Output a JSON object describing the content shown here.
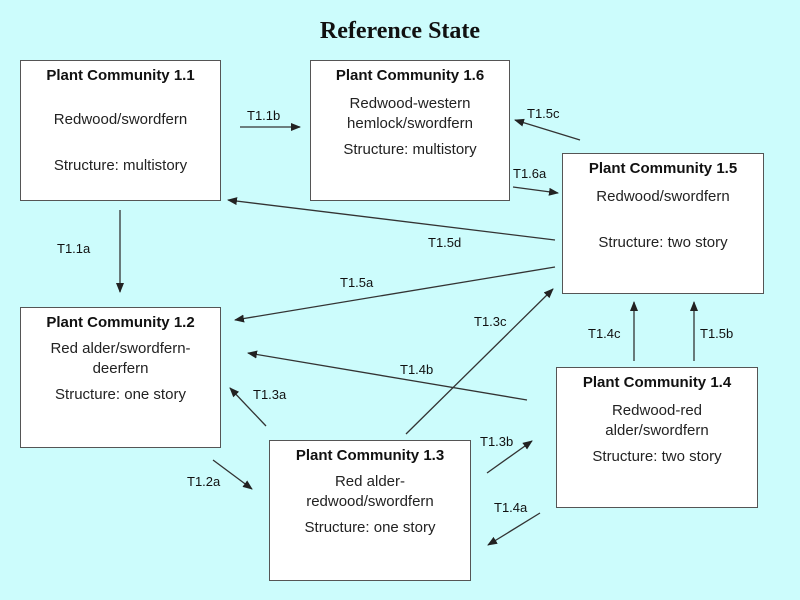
{
  "title": "Reference State",
  "communities": [
    {
      "id": "1.1",
      "heading": "Plant Community 1.1",
      "species": [
        "Redwood/swordfern"
      ],
      "structure": "Structure: multistory"
    },
    {
      "id": "1.6",
      "heading": "Plant Community 1.6",
      "species": [
        "Redwood-western",
        "hemlock/swordfern"
      ],
      "structure": "Structure: multistory"
    },
    {
      "id": "1.5",
      "heading": "Plant Community 1.5",
      "species": [
        "Redwood/swordfern"
      ],
      "structure": "Structure: two story"
    },
    {
      "id": "1.2",
      "heading": "Plant Community 1.2",
      "species": [
        "Red alder/swordfern-",
        "deerfern"
      ],
      "structure": "Structure: one story"
    },
    {
      "id": "1.4",
      "heading": "Plant Community 1.4",
      "species": [
        "Redwood-red",
        "alder/swordfern"
      ],
      "structure": "Structure: two story"
    },
    {
      "id": "1.3",
      "heading": "Plant Community 1.3",
      "species": [
        "Red alder-",
        "redwood/swordfern"
      ],
      "structure": "Structure: one story"
    }
  ],
  "transitions": [
    {
      "label": "T1.1b",
      "from": "1.1",
      "to": "1.6"
    },
    {
      "label": "T1.1a",
      "from": "1.1",
      "to": "1.2"
    },
    {
      "label": "T1.5c",
      "from": "1.5",
      "to": "1.6"
    },
    {
      "label": "T1.6a",
      "from": "1.6",
      "to": "1.5"
    },
    {
      "label": "T1.5d",
      "from": "1.5",
      "to": "1.1"
    },
    {
      "label": "T1.5a",
      "from": "1.5",
      "to": "1.2"
    },
    {
      "label": "T1.3c",
      "from": "1.3",
      "to": "1.5"
    },
    {
      "label": "T1.4c",
      "from": "1.4",
      "to": "1.5"
    },
    {
      "label": "T1.5b",
      "from": "1.4",
      "to": "1.5"
    },
    {
      "label": "T1.4b",
      "from": "1.4",
      "to": "1.2"
    },
    {
      "label": "T1.3a",
      "from": "1.3",
      "to": "1.2"
    },
    {
      "label": "T1.2a",
      "from": "1.2",
      "to": "1.3"
    },
    {
      "label": "T1.3b",
      "from": "1.3",
      "to": "1.4"
    },
    {
      "label": "T1.4a",
      "from": "1.4",
      "to": "1.3"
    }
  ]
}
